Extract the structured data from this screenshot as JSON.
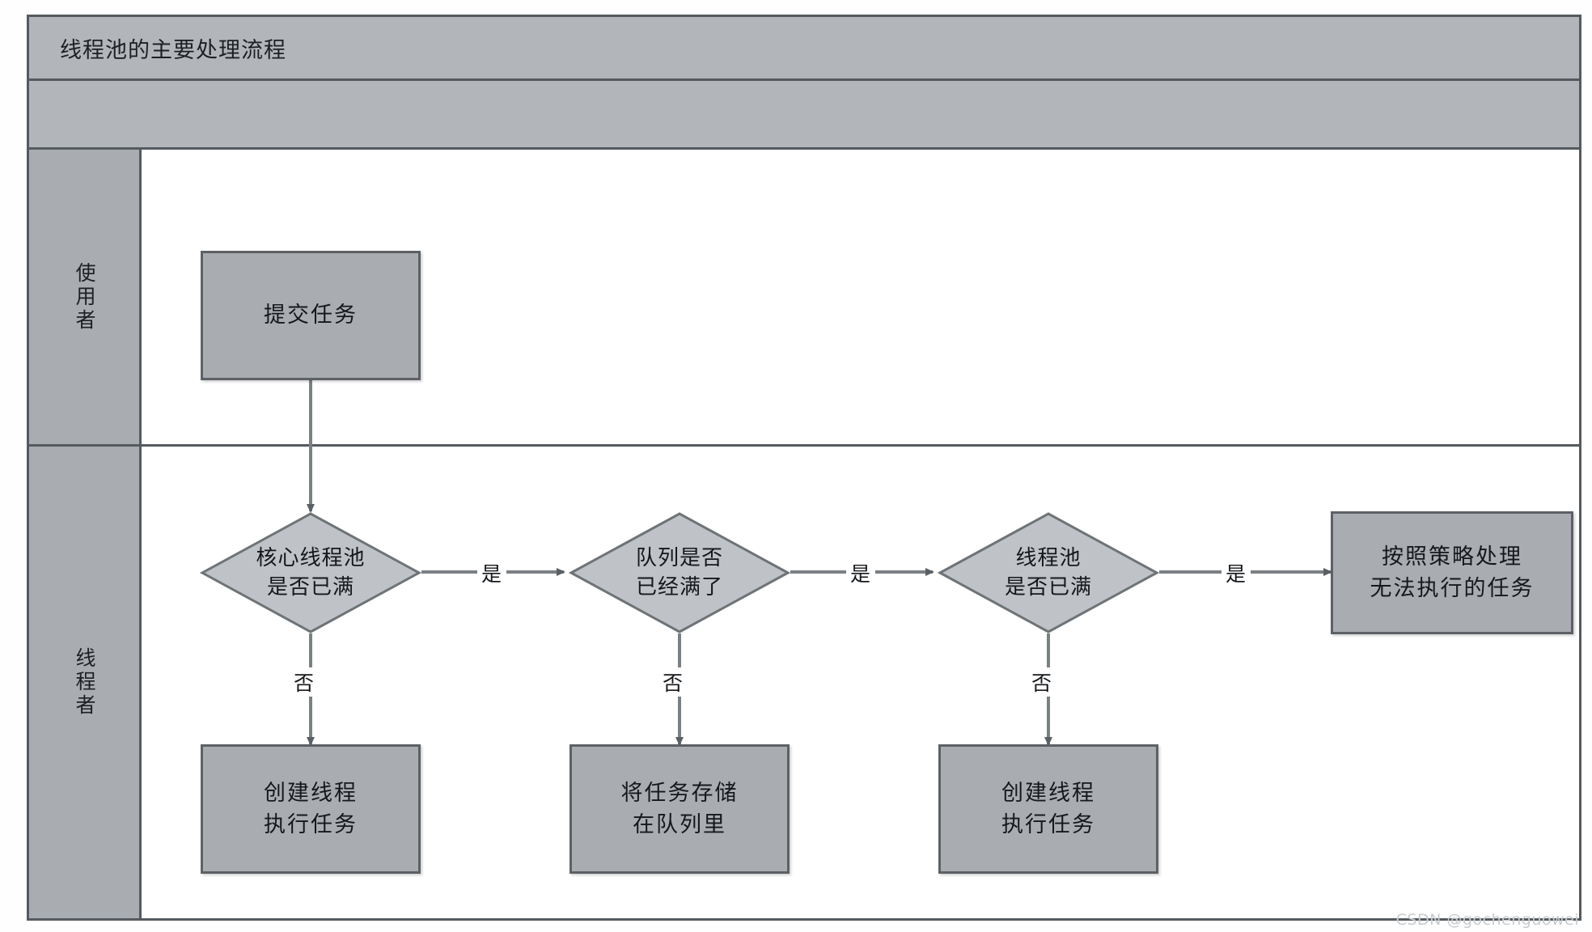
{
  "diagram": {
    "title": "线程池的主要处理流程",
    "type": "flowchart-swimlane",
    "watermark": "CSDN @gochenguowei",
    "colors": {
      "node_fill": "#a9adb2",
      "node_border": "#5d6165",
      "band_fill": "#b2b6ba",
      "frame_border": "#555a5f",
      "canvas": "#ffffff",
      "text": "#15181b",
      "watermark": "#c8ccd0"
    },
    "lanes": [
      {
        "id": "user",
        "label": "使用者"
      },
      {
        "id": "thread",
        "label": "线程者"
      }
    ],
    "nodes": [
      {
        "id": "submit",
        "shape": "process",
        "lane": "user",
        "text": "提交任务"
      },
      {
        "id": "core-full",
        "shape": "decision",
        "lane": "thread",
        "text": "核心线程池\n是否已满"
      },
      {
        "id": "queue-full",
        "shape": "decision",
        "lane": "thread",
        "text": "队列是否\n已经满了"
      },
      {
        "id": "pool-full",
        "shape": "decision",
        "lane": "thread",
        "text": "线程池\n是否已满"
      },
      {
        "id": "reject",
        "shape": "process",
        "lane": "thread",
        "text": "按照策略处理\n无法执行的任务"
      },
      {
        "id": "create-1",
        "shape": "process",
        "lane": "thread",
        "text": "创建线程\n执行任务"
      },
      {
        "id": "store-queue",
        "shape": "process",
        "lane": "thread",
        "text": "将任务存储\n在队列里"
      },
      {
        "id": "create-2",
        "shape": "process",
        "lane": "thread",
        "text": "创建线程\n执行任务"
      }
    ],
    "edges": [
      {
        "from": "submit",
        "to": "core-full",
        "label": ""
      },
      {
        "from": "core-full",
        "to": "queue-full",
        "label": "是"
      },
      {
        "from": "core-full",
        "to": "create-1",
        "label": "否"
      },
      {
        "from": "queue-full",
        "to": "pool-full",
        "label": "是"
      },
      {
        "from": "queue-full",
        "to": "store-queue",
        "label": "否"
      },
      {
        "from": "pool-full",
        "to": "reject",
        "label": "是"
      },
      {
        "from": "pool-full",
        "to": "create-2",
        "label": "否"
      }
    ],
    "edge_labels": {
      "yes_1": "是",
      "yes_2": "是",
      "yes_3": "是",
      "no_1": "否",
      "no_2": "否",
      "no_3": "否"
    }
  }
}
